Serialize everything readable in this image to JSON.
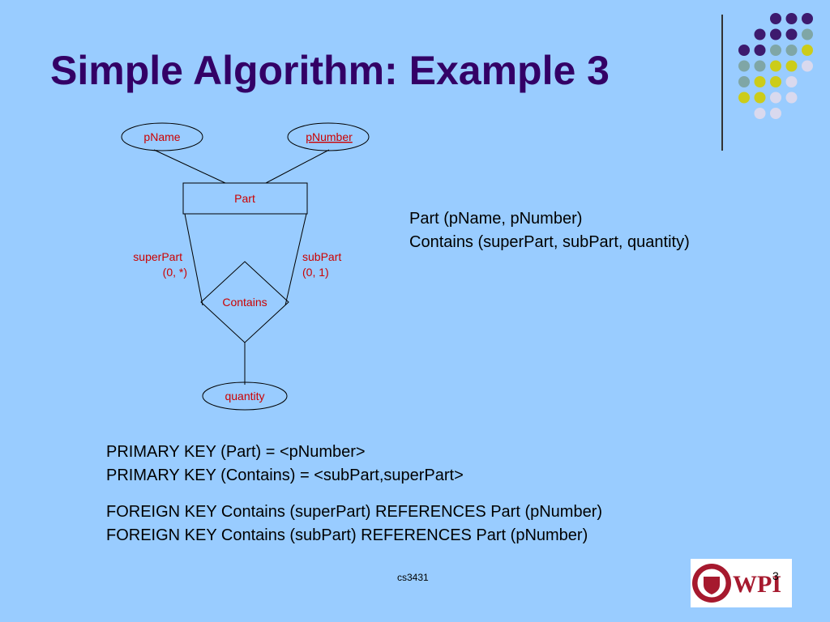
{
  "title": "Simple Algorithm: Example 3",
  "diagram": {
    "entity": "Part",
    "attr_name": "pName",
    "attr_key": "pNumber",
    "relationship": "Contains",
    "rel_attr": "quantity",
    "role_left": "superPart",
    "card_left": "(0, *)",
    "role_right": "subPart",
    "card_right": "(0, 1)"
  },
  "schema": {
    "line1": "Part (pName, pNumber)",
    "line2": "Contains (superPart, subPart, quantity)"
  },
  "keys": {
    "pk1": "PRIMARY KEY (Part) = <pNumber>",
    "pk2": "PRIMARY KEY (Contains) = <subPart,superPart>",
    "fk1": "FOREIGN KEY Contains (superPart) REFERENCES Part (pNumber)",
    "fk2": "FOREIGN KEY Contains (subPart) REFERENCES Part (pNumber)"
  },
  "footer": "cs3431",
  "page_number": "3",
  "logo": {
    "text": "WPI",
    "brand_color": "#a6192e"
  },
  "colors": {
    "background": "#99ccff",
    "title": "#330066",
    "diagram_text": "#cc0000",
    "dot_purple": "#3d1a6e",
    "dot_teal": "#7fa6a6",
    "dot_yellow": "#cccc1a",
    "dot_light": "#d9d9ee"
  }
}
